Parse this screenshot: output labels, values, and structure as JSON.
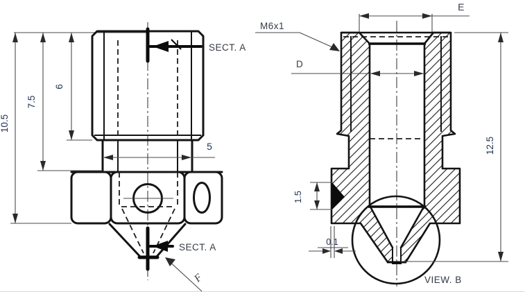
{
  "drawing": {
    "type": "engineering-drawing",
    "subject": "3D printer nozzle - orthographic view and section view",
    "colors": {
      "line": "#141414",
      "dimension_text": "#223350",
      "label_text": "#343b44",
      "background": "#ffffff"
    },
    "left_view": {
      "section_label_top": "SECT. A",
      "section_label_bottom": "SECT. A",
      "tip_label": "F",
      "dims": {
        "overall_height": "10.5",
        "height_to_hex": "7.5",
        "thread_length": "6",
        "collar_width": "5"
      }
    },
    "right_view": {
      "thread_label": "M6x1",
      "bore_dia_label": "D",
      "entry_dia_label": "E",
      "detail_label": "VIEW. B",
      "dims": {
        "total_length": "12.5",
        "chamfer_height": "1.5",
        "orifice": "0.1"
      }
    }
  }
}
